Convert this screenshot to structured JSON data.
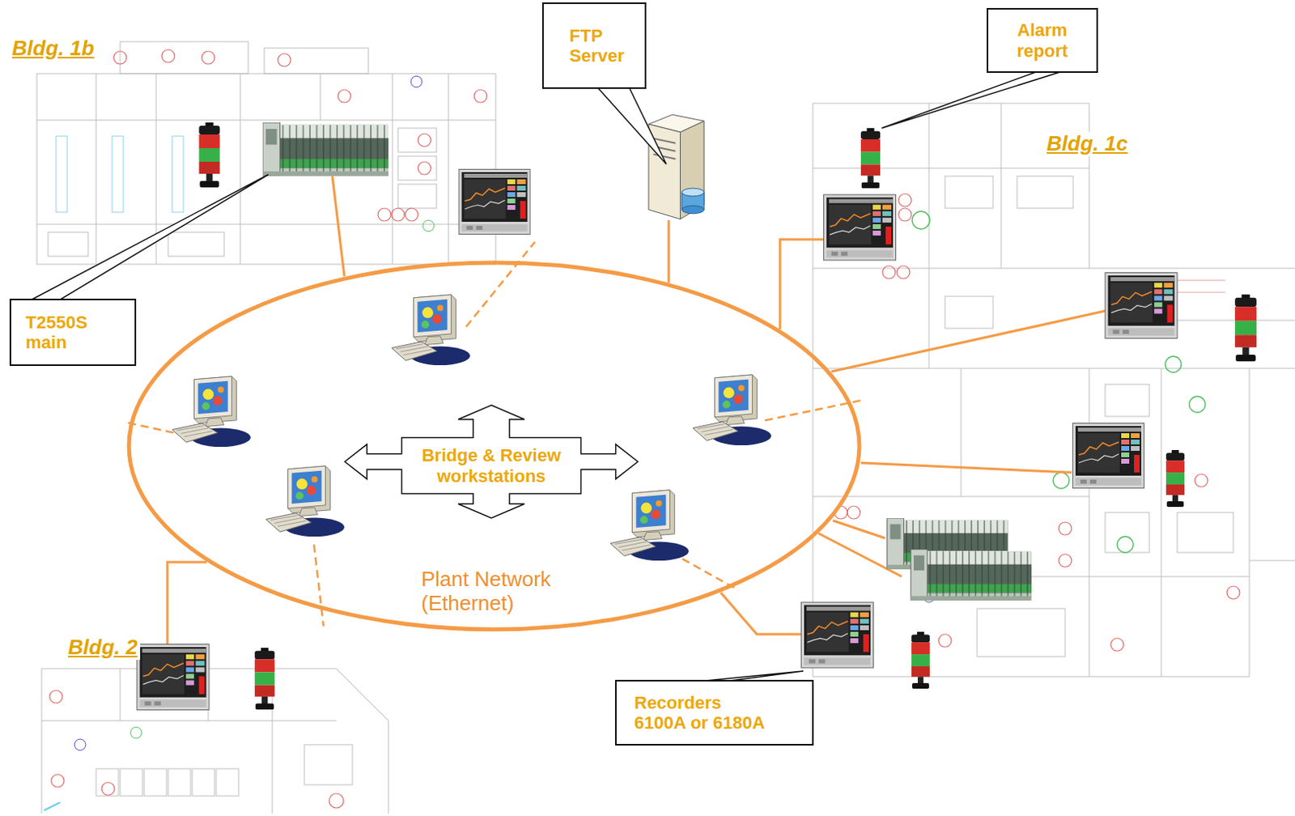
{
  "diagram": {
    "nodes": [
      {
        "text": [
          "FTP Server"
        ]
      },
      {
        "text": [
          "Alarm report"
        ]
      },
      {
        "text": [
          "T2550S main"
        ]
      },
      {
        "text": [
          "Plant Network (Ethernet)"
        ]
      },
      {
        "text": [
          "Bridge & Review workstations"
        ],
        "in": 3
      },
      {
        "text": [
          "Recorders 6100A or 6180A"
        ]
      }
    ],
    "labels": [
      "Bldg. 1b",
      "Bldg. 1c",
      "Bldg. 2"
    ]
  }
}
